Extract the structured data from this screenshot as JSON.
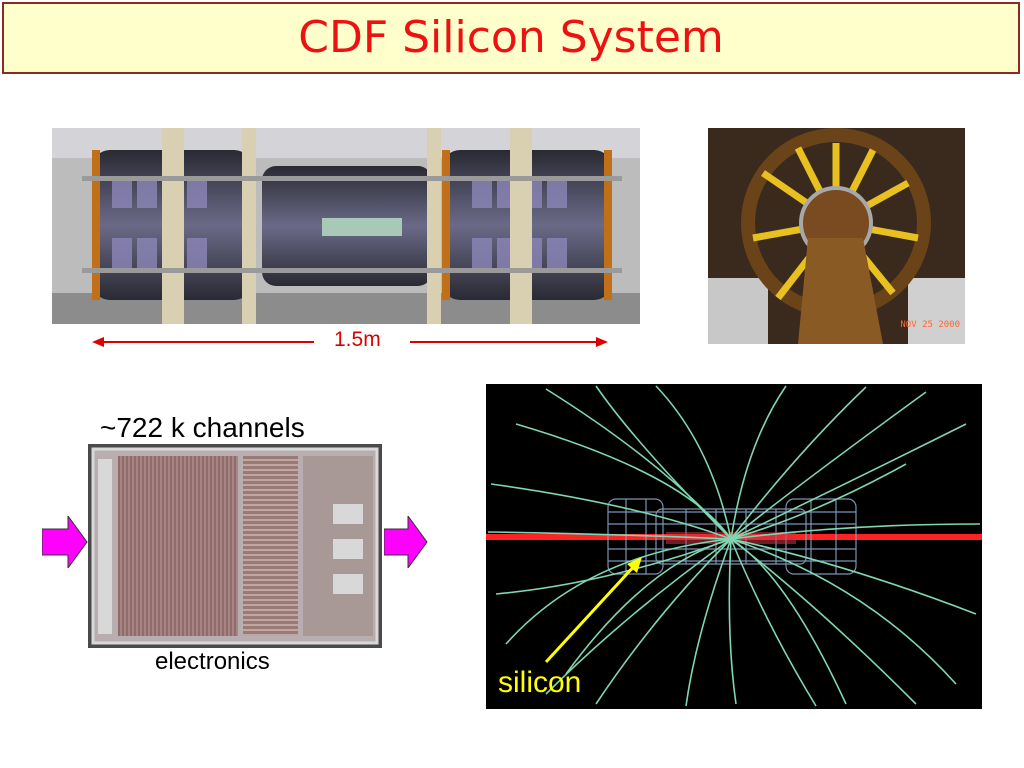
{
  "slide": {
    "title": "CDF Silicon System",
    "length_label": "1.5m",
    "channels_label": "~722 k channels",
    "electronics_label": "electronics",
    "silicon_label": "silicon",
    "photo_date_stamp": "NOV 25 2000"
  },
  "colors": {
    "title_background": "#ffffcc",
    "title_border": "#8b2a22",
    "title_text": "#ee1111",
    "dimension_arrow": "#dd0000",
    "flow_arrow": "#ff00ff",
    "track": "#7fd6b0",
    "beam": "#ff2222",
    "silicon_label": "#ffff00"
  }
}
